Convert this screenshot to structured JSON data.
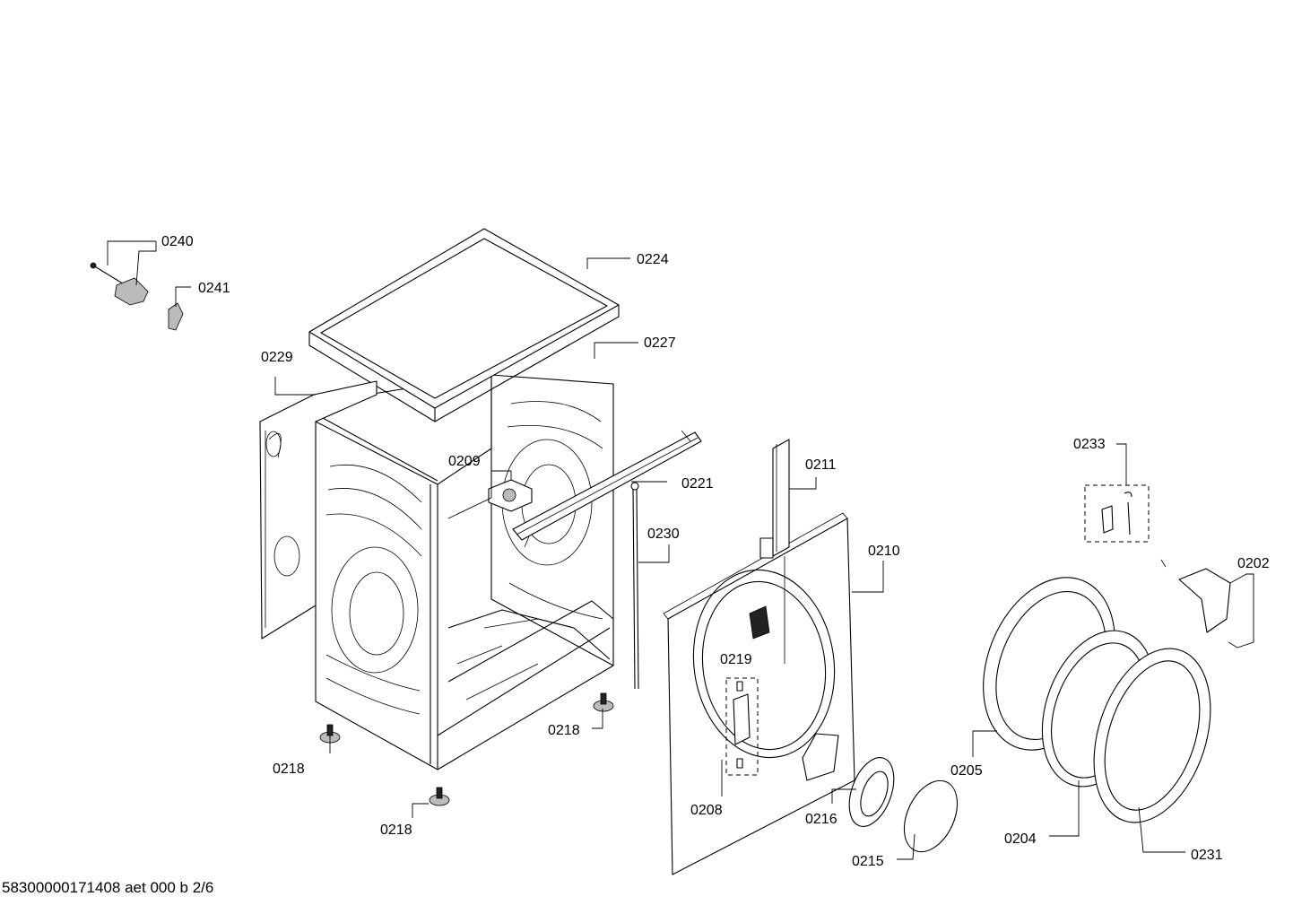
{
  "diagram": {
    "footer": "58300000171408 aet 000 b 2/6",
    "labels": {
      "p0240": "0240",
      "p0241": "0241",
      "p0224": "0224",
      "p0227": "0227",
      "p0229": "0229",
      "p0209": "0209",
      "p0221": "0221",
      "p0230": "0230",
      "p0211": "0211",
      "p0210": "0210",
      "p0233": "0233",
      "p0202": "0202",
      "p0219": "0219",
      "p0218a": "0218",
      "p0218b": "0218",
      "p0218c": "0218",
      "p0208": "0208",
      "p0216": "0216",
      "p0215": "0215",
      "p0205": "0205",
      "p0204": "0204",
      "p0231": "0231"
    }
  }
}
